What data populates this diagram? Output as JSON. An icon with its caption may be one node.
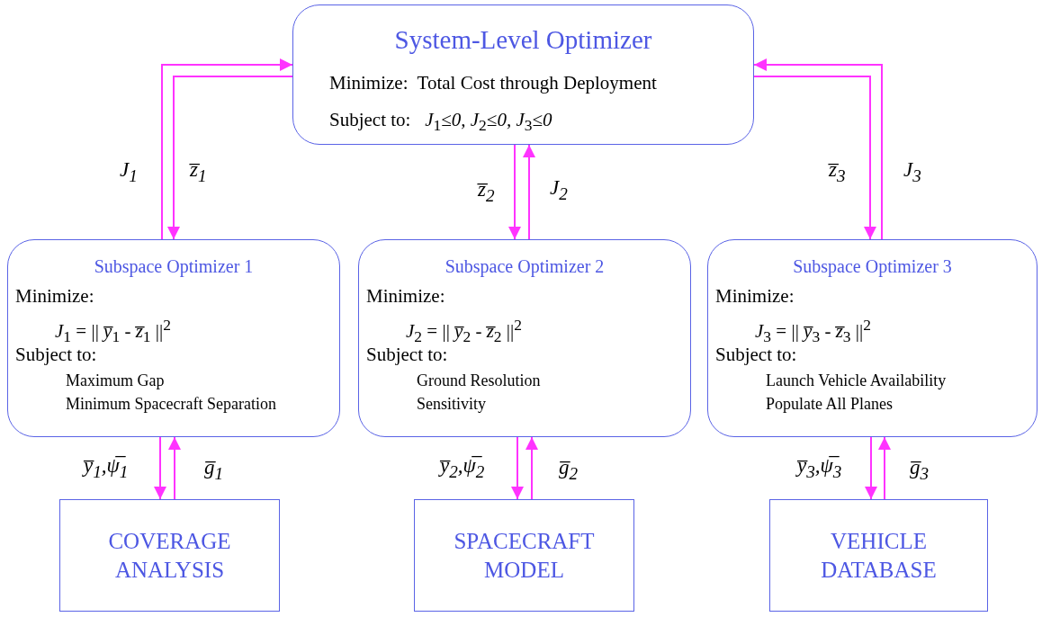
{
  "diagram": {
    "nodes": [
      {
        "text": [
          "System-Level Optimizer",
          "Minimize:  Total Cost through Deployment",
          "Subject to:   *J*$_{1}$*≤0,* *J*$_{2}$*≤0,* *J*$_{3}$*≤0*"
        ]
      },
      {
        "text": [
          "Subspace Optimizer 1",
          "Minimize:",
          "*J*$_{1}$ = || *y̅*$_{1}$ - *z̅*$_{1}$ ||$^{2}$",
          "Subject to:",
          "Maximum Gap",
          "Minimum Spacecraft Separation"
        ]
      },
      {
        "text": [
          "Subspace Optimizer 2",
          "Minimize:",
          "*J*$_{2}$ = || *y̅*$_{2}$ - *z̅*$_{2}$ ||$^{2}$",
          "Subject to:",
          "Ground Resolution",
          "Sensitivity"
        ]
      },
      {
        "text": [
          "Subspace Optimizer 3",
          "Minimize:",
          "*J*$_{3}$ = || *y̅*$_{3}$ - *z̅*$_{3}$ ||$^{2}$",
          "Subject to:",
          "Launch Vehicle Availability",
          "Populate All Planes"
        ]
      },
      {
        "text": [
          "COVERAGE ANALYSIS"
        ]
      },
      {
        "text": [
          "SPACECRAFT MODEL"
        ]
      },
      {
        "text": [
          "VEHICLE DATABASE"
        ]
      }
    ],
    "edges": [
      {
        "from": 1,
        "to": 0,
        "arrow": "to",
        "label": "J$_{1}$"
      },
      {
        "from": 0,
        "to": 1,
        "arrow": "to",
        "label": "z̅$_{1}$"
      },
      {
        "from": 0,
        "to": 2,
        "arrow": "to",
        "label": "z̅$_{2}$"
      },
      {
        "from": 2,
        "to": 0,
        "arrow": "to",
        "label": "J$_{2}$"
      },
      {
        "from": 0,
        "to": 3,
        "arrow": "to",
        "label": "z̅$_{3}$"
      },
      {
        "from": 3,
        "to": 0,
        "arrow": "to",
        "label": "J$_{3}$"
      },
      {
        "from": 1,
        "to": 4,
        "arrow": "to",
        "label": "y̅$_{1}$,ψ̅$_{1}$"
      },
      {
        "from": 4,
        "to": 1,
        "arrow": "to",
        "label": "g̅$_{1}$"
      },
      {
        "from": 2,
        "to": 5,
        "arrow": "to",
        "label": "y̅$_{2}$,ψ̅$_{2}$"
      },
      {
        "from": 5,
        "to": 2,
        "arrow": "to",
        "label": "g̅$_{2}$"
      },
      {
        "from": 3,
        "to": 6,
        "arrow": "to",
        "label": "y̅$_{3}$,ψ̅$_{3}$"
      },
      {
        "from": 6,
        "to": 3,
        "arrow": "to",
        "label": "g̅$_{3}$"
      }
    ]
  }
}
